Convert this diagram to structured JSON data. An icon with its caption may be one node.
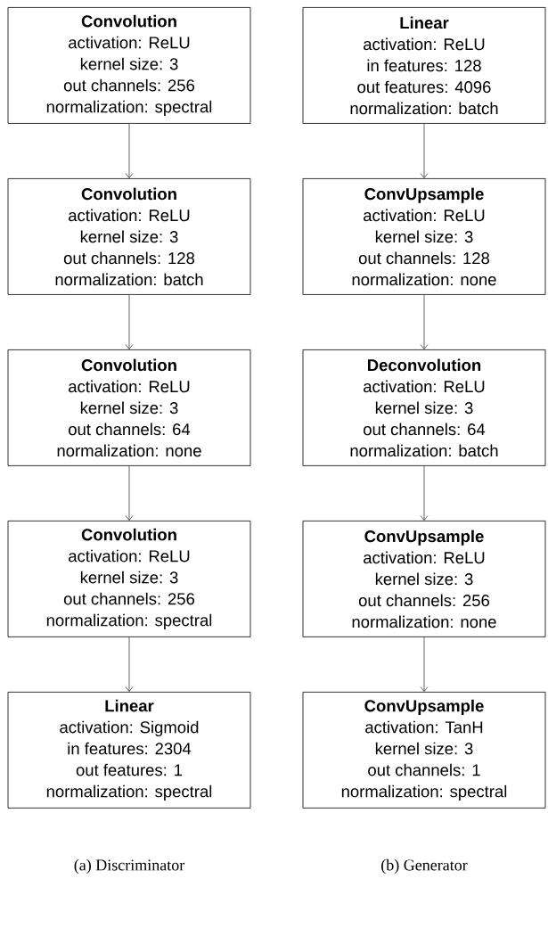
{
  "diagram": {
    "nodes": [
      {
        "text": [
          "Convolution",
          "activation: ReLU",
          "kernel size: 3",
          "out channels: 256",
          "normalization: spectral"
        ]
      },
      {
        "text": [
          "Convolution",
          "activation: ReLU",
          "kernel size: 3",
          "out channels: 128",
          "normalization: batch"
        ]
      },
      {
        "text": [
          "Convolution",
          "activation: ReLU",
          "kernel size: 3",
          "out channels: 64",
          "normalization: none"
        ]
      },
      {
        "text": [
          "Convolution",
          "activation: ReLU",
          "kernel size: 3",
          "out channels: 256",
          "normalization: spectral"
        ]
      },
      {
        "text": [
          "Linear",
          "activation: Sigmoid",
          "in features: 2304",
          "out features: 1",
          "normalization: spectral"
        ]
      },
      {
        "text": [
          "Linear",
          "activation: ReLU",
          "in features: 128",
          "out features: 4096",
          "normalization: batch"
        ]
      },
      {
        "text": [
          "ConvUpsample",
          "activation: ReLU",
          "kernel size: 3",
          "out channels: 128",
          "normalization: none"
        ]
      },
      {
        "text": [
          "Deconvolution",
          "activation: ReLU",
          "kernel size: 3",
          "out channels: 64",
          "normalization: batch"
        ]
      },
      {
        "text": [
          "ConvUpsample",
          "activation: ReLU",
          "kernel size: 3",
          "out channels: 256",
          "normalization: none"
        ]
      },
      {
        "text": [
          "ConvUpsample",
          "activation: TanH",
          "kernel size: 3",
          "out channels: 1",
          "normalization: spectral"
        ]
      }
    ],
    "edges": [
      {
        "from": 0,
        "to": 1,
        "arrow": "to"
      },
      {
        "from": 1,
        "to": 2,
        "arrow": "to"
      },
      {
        "from": 2,
        "to": 3,
        "arrow": "to"
      },
      {
        "from": 3,
        "to": 4,
        "arrow": "to"
      },
      {
        "from": 5,
        "to": 6,
        "arrow": "to"
      },
      {
        "from": 6,
        "to": 7,
        "arrow": "to"
      },
      {
        "from": 7,
        "to": 8,
        "arrow": "to"
      },
      {
        "from": 8,
        "to": 9,
        "arrow": "to"
      }
    ],
    "labels": [
      "(a) Discriminator",
      "(b) Generator"
    ]
  }
}
